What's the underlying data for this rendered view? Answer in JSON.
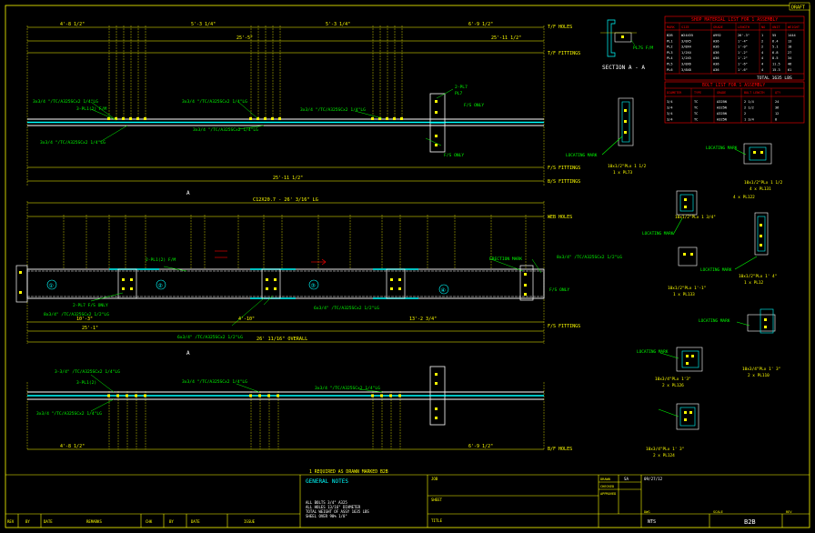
{
  "sheet": {
    "corner_tag": "DRAFT",
    "drawing_number": "B2B",
    "scale": "NTS",
    "date": "09/27/12",
    "drawn_by": "SA",
    "notes_header": "GENERAL NOTES",
    "notes_remark": "1 REQUIRED AS DRAWN MARKED B2B",
    "notes": [
      "ALL BOLTS 3/4\" A325",
      "ALL HOLES 13/16\" DIAMETER",
      "TOTAL WEIGHT OF ASSY 1635 LBS",
      "SHEEL OVER 90% 1/8\""
    ],
    "title_labels": {
      "rev": "REV",
      "by": "BY",
      "date": "DATE",
      "desc": "REMARKS",
      "chk": "CHK",
      "issue": "ISSUE",
      "job": "JOB",
      "sheet": "SHEET",
      "title": "TITLE",
      "drawn": "DRAWN",
      "checked": "CHECKED",
      "approved": "APPROVED",
      "dwg": "DWG",
      "scale_lbl": "SCALE",
      "rev_lbl": "REV"
    }
  },
  "material_table": {
    "title": "SHOP MATERIAL LIST FOR 1 ASSEMBLY",
    "headers": [
      "MARK",
      "SIZE",
      "GRADE",
      "LENGTH",
      "NO",
      "UNIT",
      "WEIGHT"
    ],
    "rows": [
      [
        "B2B",
        "W24X55",
        "A992",
        "26'-3\"",
        "1",
        "55",
        "1444"
      ],
      [
        "PL1",
        "3/8X5",
        "A36",
        "1'-4\"",
        "2",
        "6.4",
        "13"
      ],
      [
        "PL2",
        "3/8X4",
        "A36",
        "1'-0\"",
        "2",
        "5.1",
        "10"
      ],
      [
        "PL3",
        "1/2X4",
        "A36",
        "1'-2\"",
        "4",
        "6.8",
        "27"
      ],
      [
        "PL4",
        "1/2X5",
        "A36",
        "1'-2\"",
        "4",
        "8.5",
        "34"
      ],
      [
        "PL5",
        "3/8X6",
        "A36",
        "1'-6\"",
        "4",
        "11.5",
        "46"
      ],
      [
        "PL6",
        "3/8X8",
        "A36",
        "1'-6\"",
        "4",
        "15.3",
        "61"
      ]
    ],
    "total": "TOTAL 1635 LBS"
  },
  "bolt_table": {
    "title": "BOLT LIST FOR 1 ASSEMBLY",
    "headers": [
      "DIAMETER",
      "TYPE",
      "GRADE",
      "BOLT LENGTH",
      "QTY"
    ],
    "rows": [
      [
        "3/4",
        "TC",
        "A325N",
        "2 1/4",
        "24"
      ],
      [
        "3/4",
        "TC",
        "A325N",
        "2 1/2",
        "36"
      ],
      [
        "3/4",
        "TC",
        "A325N",
        "2",
        "12"
      ],
      [
        "3/4",
        "TC",
        "A325N",
        "1 3/4",
        "8"
      ]
    ]
  },
  "top_view": {
    "dim_left": "4'-8 1/2\"",
    "dim_mid1": "5'-3 1/4\"",
    "dim_mid2": "5'-3 1/4\"",
    "dim_right": "6'-9 1/2\"",
    "overall_top": "25'-11 1/2\"",
    "overall_bottom": "25'-11 1/2\"",
    "inner_dim": "25'-5\"",
    "note_tf_holes": "T/F HOLES",
    "note_tf_fittings": "T/F FITTINGS",
    "note_ff_fittings": "F/S FITTINGS",
    "note_bs_fittings": "B/S FITTINGS",
    "callout_1": "3x3/4 \"/TC/A325SCx2 1/4\"LG",
    "callout_2": "3x3/4 \"/TC/A325SCx2 1/4\"LG",
    "callout_3": "3x3/4 \"/TC/A325SCx2 1/4\"LG",
    "callout_4": "3x3/4 \"/TC/A325SCx2 1/4\"LG",
    "callout_5": "3x3/4 \"/TC/A325SCx2 1/4\"LG",
    "plate_tag": "3-PL1(2) F/M",
    "plate_tag2": "2-PL7",
    "plate_tag3": "PL7",
    "only_tag": "F/S ONLY",
    "only_tag2": "F/S ONLY",
    "section_cut": "A"
  },
  "elevation": {
    "title": "C12X20.7 - 26' 3/16\" LG",
    "overall": "26' 11/16\" OVERALL",
    "sub_dim": "25'-1\"",
    "web_holes": "WEB HOLES",
    "ff_fittings": "F/S FITTINGS",
    "erection_mark": "ERECTION MARK",
    "callout_a": "8x3/4\" /TC/A325SCx2 1/2\"LG",
    "callout_b": "6x3/4\" /TC/A325SCx2 1/2\"LG",
    "callout_c": "6x3/4\" /TC/A325SCx2 1/2\"LG",
    "callout_d": "8x3/4\" /TC/A325SCx2 1/2\"LG",
    "plate_note": "2-PL1(2) F/M",
    "plate_note2": "2-PL7 F/S ONLY",
    "plate_note3": "F/S ONLY",
    "bubble_1": "①",
    "bubble_2": "②",
    "bubble_3": "③",
    "bubble_4": "④",
    "dim_left": "10'-3\"",
    "dim_mid": "4'-10\"",
    "dim_right": "13'-2 3/4\"",
    "section_cut": "A"
  },
  "bottom_view": {
    "dim_left": "4'-8 1/2\"",
    "dim_right": "6'-9 1/2\"",
    "note_bf_holes": "B/F HOLES",
    "callout_1": "3-3/4\" /TC/A325SCx2 1/4\"LG",
    "callout_2": "3x3/4 \"/TC/A325SCx2 1/4\"LG",
    "callout_3": "3x3/4 \"/TC/A325SCx2 1/4\"LG",
    "callout_4": "3x3/4 \"/TC/A325SCx2 1/4\"LG",
    "plate_tag": "3-PL1(2)"
  },
  "details": {
    "section_title": "SECTION A - A",
    "pl_label": "PL7S F/M",
    "locating_mark_1": "LOCATING MARK",
    "locating_mark_2": "LOCATING MARK",
    "locating_mark_3": "LOCATING MARK",
    "locating_mark_4": "LOCATING MARK",
    "locating_mark_5": "LOCATING MARK",
    "locating_mark_6": "LOCATING MARK",
    "detail_1": "10x1/2\"PLx 1 1/2",
    "detail_1b": "1 x PL73",
    "detail_2": "10x1/2\"PLx 1 1/2",
    "detail_2b": "4 x PL131",
    "detail_3": "10x1/2\"PLx 1'-1\"",
    "detail_3b": "1 x PL133",
    "detail_4": "10x1/2\"PLx 1' 4\"",
    "detail_4b": "1 x PL12",
    "detail_5": "10x3/4\"PLx 1' 3\"",
    "detail_5b": "2 x PL110",
    "detail_6": "10x3/4\"PLx 1'3\"",
    "detail_6b": "2 x PL126",
    "detail_7": "10x3/4\"PLx 1' 3\"",
    "detail_7b": "2 x PL124",
    "detail_8": "10x1/2\"PLx 1 3/4\"",
    "detail_8b": "4 x PL122"
  },
  "colors": {
    "background": "#000000",
    "border": "#ffff00",
    "member": "#ffffff",
    "dimension": "#ffff00",
    "callout": "#00ff00",
    "highlight": "#00ffff",
    "table_red": "#ff0000",
    "annotation": "#ff0000"
  }
}
